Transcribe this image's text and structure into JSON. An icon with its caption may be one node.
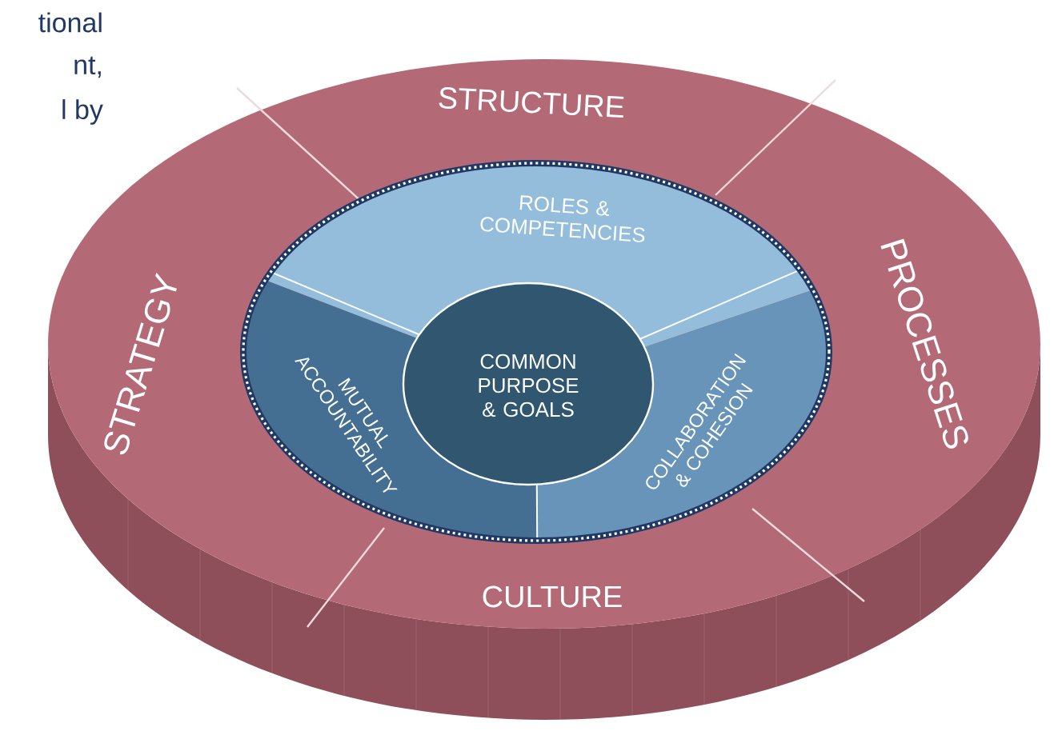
{
  "diagram": {
    "nodes": [
      {
        "text": [
          "STRUCTURE"
        ]
      },
      {
        "text": [
          "STRATEGY"
        ]
      },
      {
        "text": [
          "PROCESSES"
        ]
      },
      {
        "text": [
          "CULTURE"
        ]
      },
      {
        "text": [
          "ROLES & COMPETENCIES"
        ]
      },
      {
        "text": [
          "MUTUAL ACCOUNTABILITY"
        ]
      },
      {
        "text": [
          "COLLABORATION & COHESION"
        ]
      },
      {
        "text": [
          "COMMON PURPOSE & GOALS"
        ]
      }
    ],
    "labels": [
      "tional",
      "nt,",
      "l by"
    ]
  }
}
